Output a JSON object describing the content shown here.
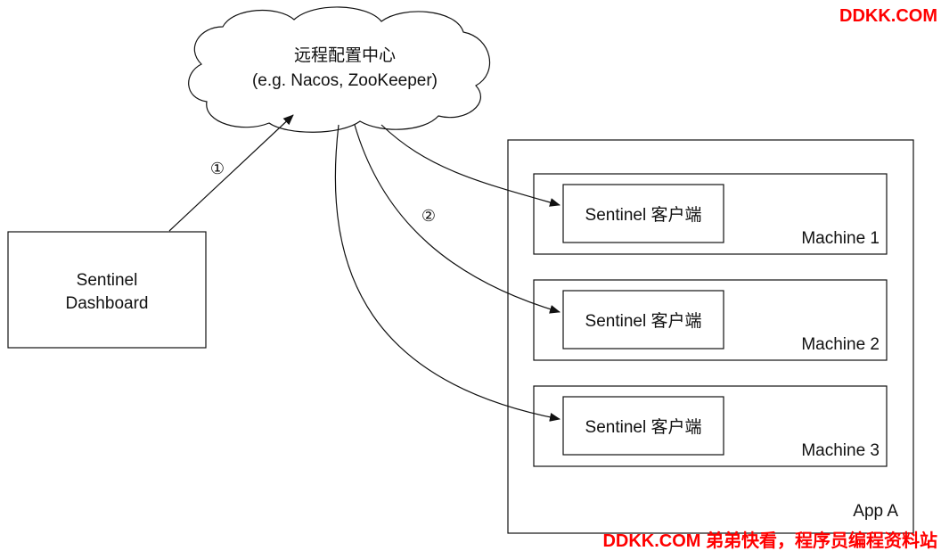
{
  "cloud": {
    "line1": "远程配置中心",
    "line2": "(e.g. Nacos, ZooKeeper)"
  },
  "dashboard": {
    "line1": "Sentinel",
    "line2": "Dashboard"
  },
  "steps": {
    "one": "①",
    "two": "②"
  },
  "app": {
    "label": "App A",
    "machines": [
      {
        "label": "Machine 1",
        "client": "Sentinel 客户端"
      },
      {
        "label": "Machine 2",
        "client": "Sentinel 客户端"
      },
      {
        "label": "Machine 3",
        "client": "Sentinel 客户端"
      }
    ]
  },
  "watermark": {
    "top": "DDKK.COM",
    "bottom": "DDKK.COM 弟弟快看，程序员编程资料站",
    "color": "#ff0000"
  }
}
